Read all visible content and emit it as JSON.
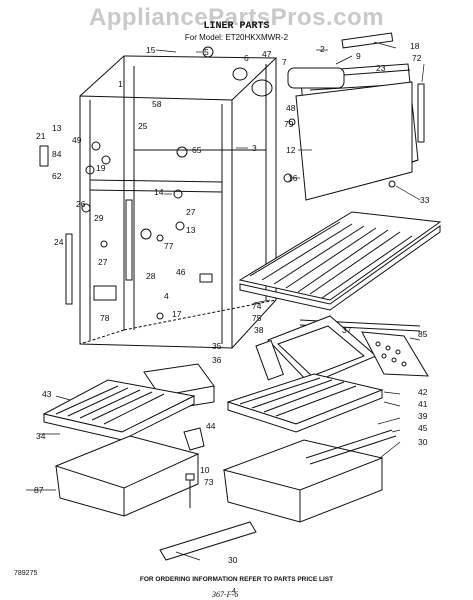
{
  "watermark": "AppliancePartsPros.com",
  "title": "LINER PARTS",
  "model": "For Model: ET20HKXMWR-2",
  "footer": "FOR ORDERING INFORMATION REFER TO PARTS PRICE LIST",
  "page_number": "4",
  "doc_number": "789275",
  "handwritten": "367-F-6",
  "callouts": [
    "15",
    "5",
    "6",
    "47",
    "7",
    "2",
    "9",
    "18",
    "72",
    "23",
    "1",
    "58",
    "25",
    "65",
    "3",
    "48",
    "79",
    "12",
    "21",
    "13",
    "49",
    "84",
    "62",
    "19",
    "14",
    "16",
    "33",
    "26",
    "29",
    "27",
    "24",
    "13",
    "77",
    "27",
    "28",
    "46",
    "4",
    "17",
    "78",
    "74",
    "75",
    "38",
    "37",
    "85",
    "35",
    "36",
    "43",
    "42",
    "41",
    "39",
    "45",
    "44",
    "30",
    "34",
    "10",
    "73",
    "87",
    "30"
  ]
}
